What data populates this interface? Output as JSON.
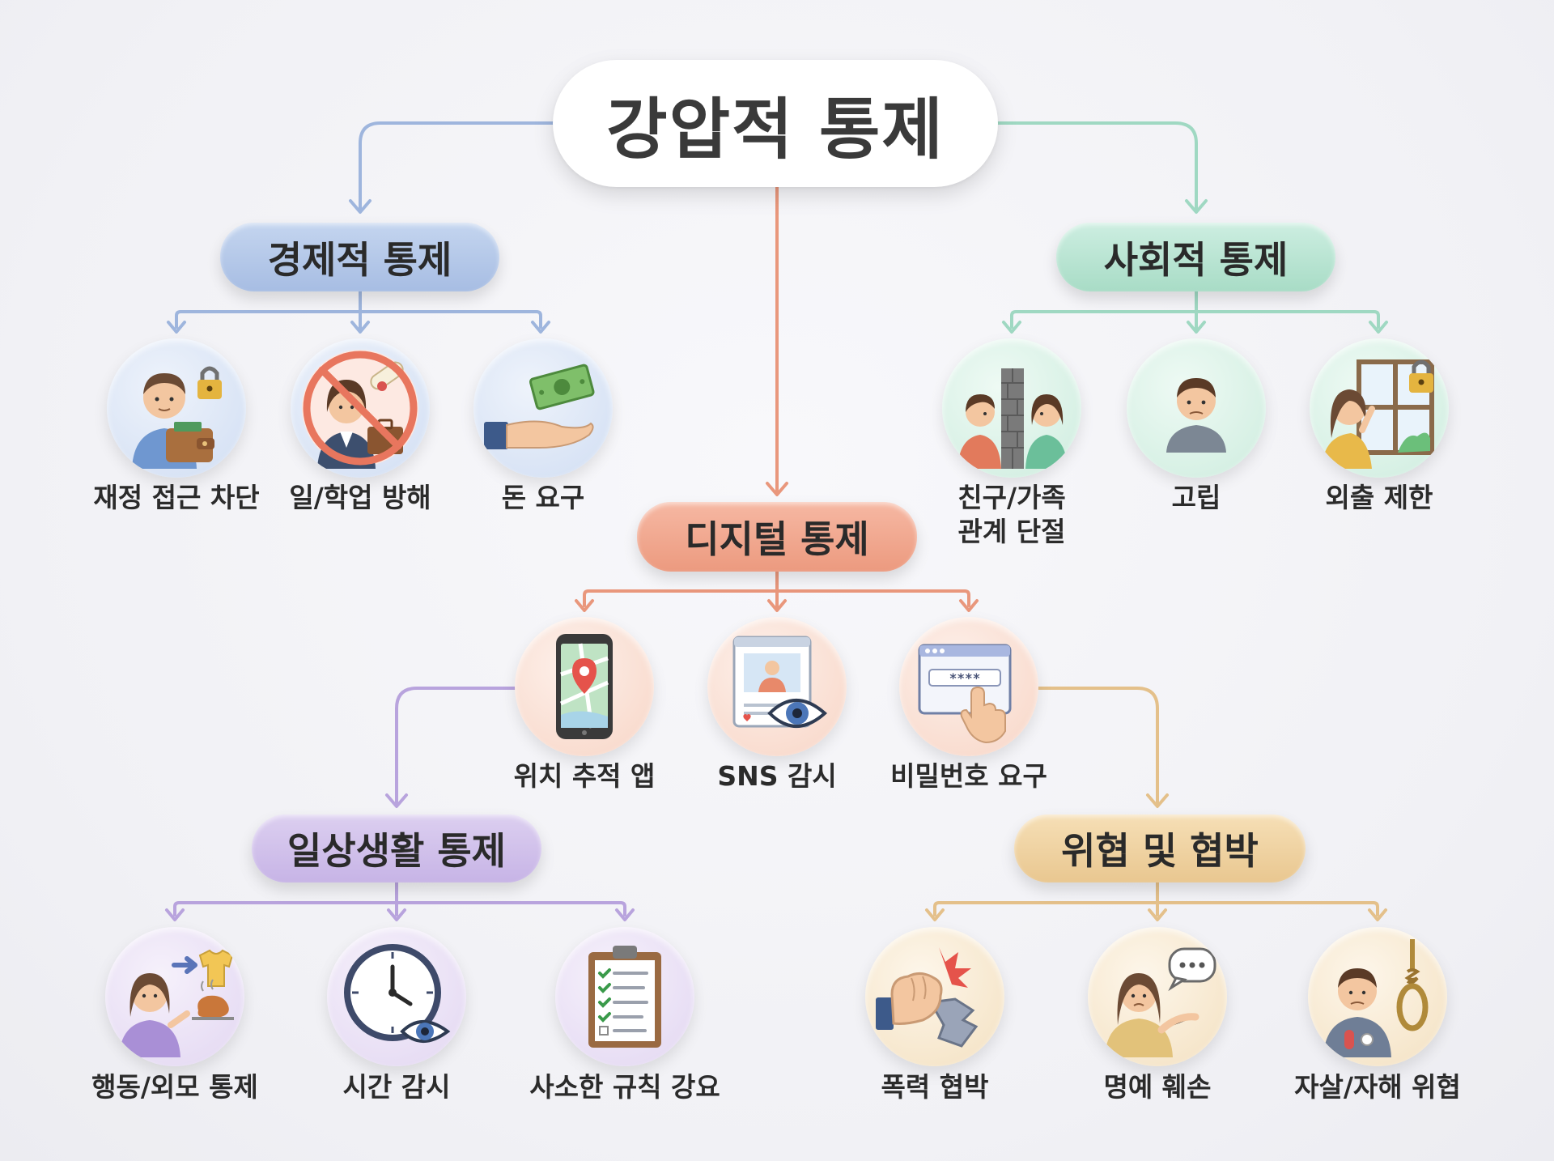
{
  "root": {
    "label": "강압적 통제"
  },
  "colors": {
    "economic": "#a7bde3",
    "social": "#a8dcc6",
    "digital": "#ec9a7f",
    "daily": "#c7b4e6",
    "threat": "#e9c790"
  },
  "categories": {
    "economic": {
      "label": "경제적 통제",
      "items": [
        {
          "label": "재정 접근 차단",
          "icon": "wallet-lock-icon"
        },
        {
          "label": "일/학업 방해",
          "icon": "blocked-career-icon"
        },
        {
          "label": "돈 요구",
          "icon": "money-hand-icon"
        }
      ]
    },
    "social": {
      "label": "사회적 통제",
      "items": [
        {
          "label_line1": "친구/가족",
          "label_line2": "관계 단절",
          "icon": "wall-separation-icon"
        },
        {
          "label": "고립",
          "icon": "isolated-person-icon"
        },
        {
          "label": "외출 제한",
          "icon": "locked-window-icon"
        }
      ]
    },
    "digital": {
      "label": "디지털 통제",
      "items": [
        {
          "label": "위치 추적 앱",
          "icon": "phone-location-icon"
        },
        {
          "label": "SNS 감시",
          "icon": "sns-eye-icon"
        },
        {
          "label": "비밀번호 요구",
          "icon": "password-icon"
        }
      ],
      "password_mask": "****"
    },
    "daily": {
      "label": "일상생활 통제",
      "items": [
        {
          "label": "행동/외모 통제",
          "icon": "appearance-control-icon"
        },
        {
          "label": "시간 감시",
          "icon": "clock-eye-icon"
        },
        {
          "label": "사소한 규칙 강요",
          "icon": "checklist-icon"
        }
      ]
    },
    "threat": {
      "label": "위협 및 협박",
      "items": [
        {
          "label": "폭력 협박",
          "icon": "fist-smash-icon"
        },
        {
          "label": "명예 훼손",
          "icon": "gossip-icon"
        },
        {
          "label": "자살/자해 위협",
          "icon": "noose-icon"
        }
      ]
    }
  }
}
